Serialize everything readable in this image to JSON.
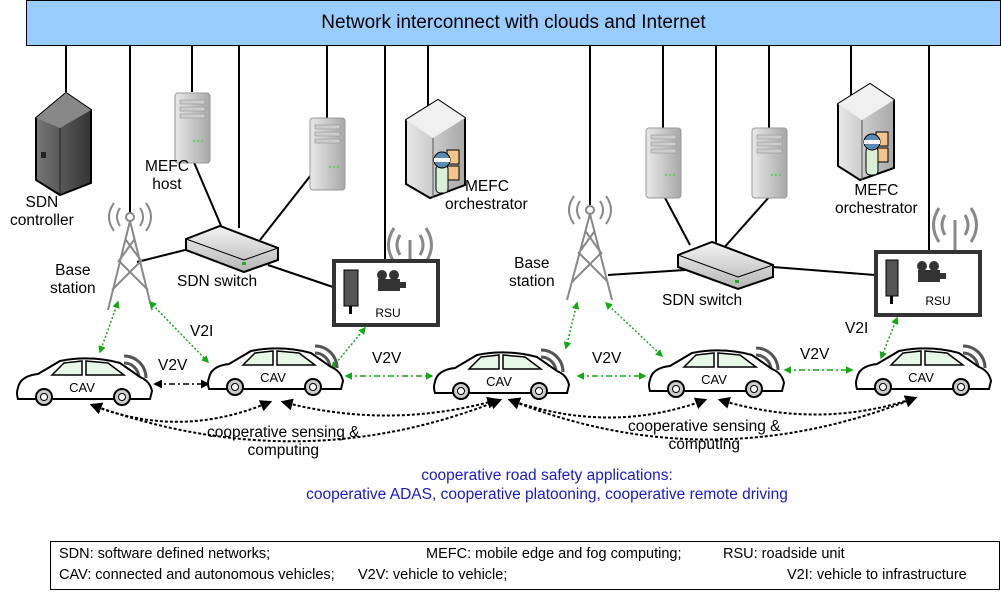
{
  "banner": {
    "title": "Network interconnect with clouds and Internet",
    "color": "#99ccff"
  },
  "labels": {
    "sdn_controller": [
      "SDN",
      "controller"
    ],
    "mefc_host": [
      "MEFC",
      "host"
    ],
    "base_station_left": [
      "Base",
      "station"
    ],
    "base_station_right": [
      "Base",
      "station"
    ],
    "sdn_switch_left": "SDN switch",
    "sdn_switch_right": "SDN switch",
    "mefc_orchestrator_left": [
      "MEFC",
      "orchestrator"
    ],
    "mefc_orchestrator_right": [
      "MEFC",
      "orchestrator"
    ],
    "rsu": "RSU",
    "cav": "CAV",
    "v2i_left": "V2I",
    "v2i_right": "V2I",
    "v2v": [
      "V2V",
      "V2V",
      "V2V",
      "V2V"
    ],
    "coop_sensing_left": [
      "cooperative sensing &",
      "computing"
    ],
    "coop_sensing_right": [
      "cooperative sensing &",
      "computing"
    ]
  },
  "applications": {
    "line1": "cooperative road safety applications:",
    "line2": "cooperative ADAS, cooperative platooning, cooperative remote driving",
    "color": "#1a1acc"
  },
  "legend": {
    "sdn": "SDN: software defined networks;",
    "mefc": "MEFC: mobile edge and fog computing;",
    "rsu": "RSU: roadside unit",
    "cav": "CAV: connected and autonomous vehicles;",
    "v2v": "V2V: vehicle to vehicle;",
    "v2i": "V2I: vehicle to infrastructure"
  },
  "colors": {
    "wireless_link": "#11aa11",
    "wired_link": "#000000"
  }
}
